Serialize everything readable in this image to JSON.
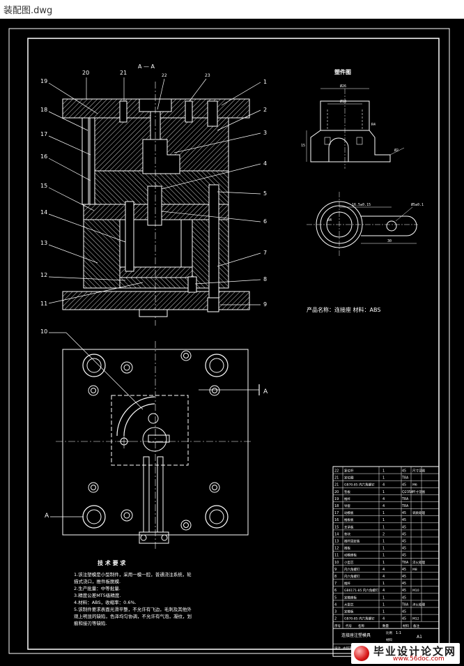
{
  "window": {
    "file_name": "装配图.dwg"
  },
  "section_label": "A — A",
  "part_drawing_title": "塑件图",
  "product_line": "产品名称：连接座       材料：ABS",
  "callouts_left": [
    "19",
    "18",
    "17",
    "16",
    "15",
    "14",
    "13",
    "12",
    "11"
  ],
  "callouts_right": [
    "1",
    "2",
    "3",
    "4",
    "5",
    "6",
    "7",
    "8",
    "9"
  ],
  "callouts_top": [
    "20",
    "21",
    "22",
    "23"
  ],
  "callout_plan": "10",
  "plan_marks": {
    "a_right": "A",
    "a_left": "A"
  },
  "dims": {
    "d1": "Ø26",
    "d2": "Ø18",
    "d3": "15",
    "d4": "R4",
    "d5": "Ø2",
    "d6": "16.5±0.15",
    "d7": "Ø5±0.1",
    "d8": "R4",
    "d9": "30"
  },
  "tech": {
    "title": "技 术 要 求",
    "lines": [
      "1.该注塑模是小型制件，采用一模一腔，普通浇注系统，轮",
      "描式浇口，推件板脱模.",
      "2.生产批量：中等批量.",
      "3.精度公差MT5级精度.",
      "4.材料：ABS，收缩率：0.6%.",
      "5.该制件要求表面光滑平整，不允许有飞边，毛刺及其他外",
      "观上明显的缺陷，色泽均匀协调，不允许有气泡，凝纹，划",
      "痕和接刃等缺陷."
    ]
  },
  "bom": {
    "rows": [
      [
        "22",
        "复位杆",
        "1",
        "45",
        "尺寸见图"
      ],
      [
        "21",
        "定位圈",
        "1",
        "T8A",
        ""
      ],
      [
        "21",
        "GB70-85 内六角螺钉",
        "4",
        "45",
        "M6"
      ],
      [
        "20",
        "垫板",
        "1",
        "Q235A",
        "尺寸见图"
      ],
      [
        "19",
        "推杆",
        "4",
        "T8A",
        ""
      ],
      [
        "18",
        "导套",
        "4",
        "T8A",
        ""
      ],
      [
        "17",
        "动模板",
        "1",
        "45",
        "调质处理"
      ],
      [
        "16",
        "推板板",
        "1",
        "45",
        ""
      ],
      [
        "15",
        "支承板",
        "1",
        "45",
        ""
      ],
      [
        "14",
        "垫块",
        "2",
        "45",
        ""
      ],
      [
        "13",
        "推杆固定板",
        "1",
        "45",
        ""
      ],
      [
        "12",
        "推板",
        "1",
        "45",
        ""
      ],
      [
        "11",
        "动模座板",
        "1",
        "45",
        ""
      ],
      [
        "10",
        "小型芯",
        "1",
        "T8A",
        "淬火处理"
      ],
      [
        "9",
        "内六角螺钉",
        "4",
        "45",
        "M8"
      ],
      [
        "8",
        "内六角螺钉",
        "4",
        "45",
        ""
      ],
      [
        "7",
        "推杆",
        "1",
        "45",
        ""
      ],
      [
        "6",
        "GB6171-85 内六角螺钉",
        "4",
        "45",
        "M10"
      ],
      [
        "5",
        "定模座板",
        "1",
        "45",
        ""
      ],
      [
        "4",
        "大型芯",
        "1",
        "T8A",
        "淬火处理"
      ],
      [
        "3",
        "定模板",
        "1",
        "45",
        ""
      ],
      [
        "2",
        "GB70-85 内六角螺钉",
        "4",
        "45",
        "M12"
      ]
    ],
    "footer_headers": [
      "序号",
      "代号",
      "名称",
      "数量",
      "材料",
      "备注"
    ],
    "name_cell": "连接座注塑模具",
    "scale_label": "比例",
    "scale": "1:1",
    "sheet": "A1",
    "weight_label": "材料",
    "designer_label": "设计",
    "designer": "古舒平",
    "drawing_no": "MJ041-0412139"
  },
  "watermark": {
    "text": "毕业设计论文网",
    "url": "www.56doc.com"
  }
}
